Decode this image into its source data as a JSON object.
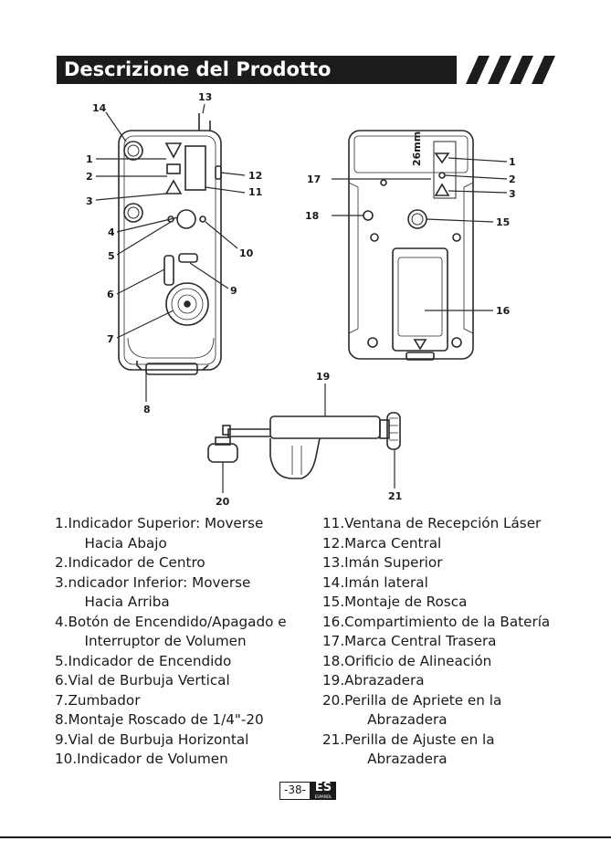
{
  "title": "Descrizione del Prodotto",
  "diagram_labels": {
    "front": [
      "1",
      "2",
      "3",
      "4",
      "5",
      "6",
      "7",
      "8",
      "9",
      "10",
      "11",
      "12",
      "13",
      "14"
    ],
    "back": [
      "1",
      "2",
      "3",
      "15",
      "16",
      "17",
      "18"
    ],
    "back_marking": "26mm",
    "clamp": [
      "19",
      "20",
      "21"
    ]
  },
  "left_items": [
    {
      "num": "1.",
      "line1": " Indicador Superior: Moverse",
      "line2": "Hacia Abajo"
    },
    {
      "num": "2.",
      "line1": " Indicador de Centro",
      "line2": ""
    },
    {
      "num": "3.",
      "line1": " ndicador Inferior: Moverse",
      "line2": "Hacia Arriba"
    },
    {
      "num": "4.",
      "line1": " Botón de Encendido/Apagado e",
      "line2": "Interruptor de Volumen"
    },
    {
      "num": "5.",
      "line1": " Indicador de Encendido",
      "line2": ""
    },
    {
      "num": "6.",
      "line1": " Vial de Burbuja Vertical",
      "line2": ""
    },
    {
      "num": "7.",
      "line1": " Zumbador",
      "line2": ""
    },
    {
      "num": "8.",
      "line1": " Montaje Roscado de 1/4\"-20",
      "line2": ""
    },
    {
      "num": "9.",
      "line1": " Vial de Burbuja Horizontal",
      "line2": ""
    },
    {
      "num": "10.",
      "line1": " Indicador de Volumen",
      "line2": ""
    }
  ],
  "right_items": [
    {
      "num": "11.",
      "line1": " Ventana de Recepción Láser",
      "line2": ""
    },
    {
      "num": "12.",
      "line1": " Marca Central",
      "line2": ""
    },
    {
      "num": "13.",
      "line1": " Imán Superior",
      "line2": ""
    },
    {
      "num": "14.",
      "line1": " Imán lateral",
      "line2": ""
    },
    {
      "num": "15.",
      "line1": " Montaje de Rosca",
      "line2": ""
    },
    {
      "num": "16.",
      "line1": " Compartimiento de la Batería",
      "line2": ""
    },
    {
      "num": "17.",
      "line1": " Marca Central Trasera",
      "line2": ""
    },
    {
      "num": "18.",
      "line1": " Orificio de Alineación",
      "line2": ""
    },
    {
      "num": "19.",
      "line1": " Abrazadera",
      "line2": ""
    },
    {
      "num": "20.",
      "line1": " Perilla de Apriete en la",
      "line2": "Abrazadera"
    },
    {
      "num": "21.",
      "line1": " Perilla de Ajuste en la",
      "line2": "Abrazadera"
    }
  ],
  "footer": {
    "page": "-38-",
    "lang": "ES",
    "lang_sub": "ESPAÑOL"
  }
}
